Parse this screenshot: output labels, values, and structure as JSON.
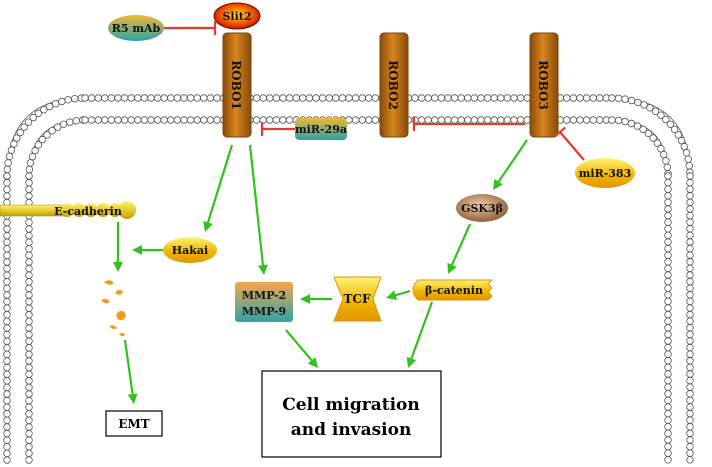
{
  "receptors": [
    {
      "id": "robo1",
      "label": "ROBO1"
    },
    {
      "id": "robo2",
      "label": "ROBO2"
    },
    {
      "id": "robo3",
      "label": "ROBO3"
    }
  ],
  "nodes": {
    "slit2": "Slit2",
    "r5mab": "R5 mAb",
    "mir29a": "miR-29a",
    "mir383": "miR-383",
    "ecadherin": "E-cadherin",
    "hakai": "Hakai",
    "gsk3b": "GSK3β",
    "tcf": "TCF",
    "bcatenin": "β-catenin",
    "mmp2": "MMP-2",
    "mmp9": "MMP-9",
    "emt": "EMT",
    "cell_line1": "Cell migration",
    "cell_line2": "and invasion"
  },
  "colors": {
    "activation": "#33c11f",
    "inhibition": "#e53a2f",
    "receptor": "#b8650e",
    "membrane": "#666666"
  }
}
